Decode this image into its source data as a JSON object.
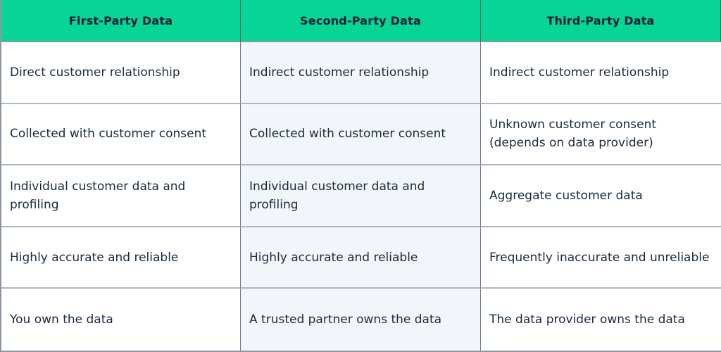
{
  "table": {
    "headers": [
      "First-Party Data",
      "Second-Party Data",
      "Third-Party Data"
    ],
    "rows": [
      [
        "Direct customer relationship",
        "Indirect customer relationship",
        "Indirect customer relationship"
      ],
      [
        "Collected with customer consent",
        "Collected with customer consent",
        "Unknown customer consent (depends on data provider)"
      ],
      [
        "Individual customer data and profiling",
        "Individual customer data and profiling",
        "Aggregate customer data"
      ],
      [
        "Highly accurate and reliable",
        "Highly accurate and reliable",
        "Frequently inaccurate and unreliable"
      ],
      [
        "You own the data",
        "A trusted partner owns the data",
        "The data provider owns the data"
      ]
    ]
  },
  "colors": {
    "header_bg": "#07d596",
    "header_text": "#0f1e3a",
    "body_text": "#1b2a40",
    "middle_column_bg": "#f2f5f9",
    "border": "#8b96a6"
  }
}
